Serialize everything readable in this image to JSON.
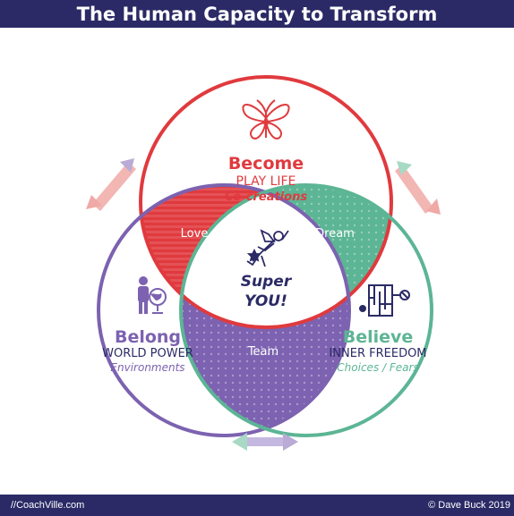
{
  "title": "The Human Capacity to Transform",
  "colors": {
    "header_bg": "#2b2a66",
    "become": "#e03a3e",
    "belong": "#7c62b0",
    "believe": "#5cb595",
    "center": "#2b2a66"
  },
  "circles": {
    "become": {
      "title": "Become",
      "subtitle": "PLAY LIFE",
      "tagline": "Co-creations",
      "icon": "butterfly-icon"
    },
    "belong": {
      "title": "Belong",
      "subtitle": "WORLD POWER",
      "tagline": "Environments",
      "icon": "person-globe-icon"
    },
    "believe": {
      "title": "Believe",
      "subtitle": "INNER FREEDOM",
      "tagline": "Choices / Fears",
      "icon": "maze-icon"
    }
  },
  "overlaps": {
    "love": "Love",
    "dream": "Dream",
    "team": "Team"
  },
  "center": {
    "line1": "Super",
    "line2": "YOU!",
    "icon": "superhero-icon"
  },
  "footer": {
    "left": "//CoachVille.com",
    "right": "© Dave Buck 2019"
  }
}
